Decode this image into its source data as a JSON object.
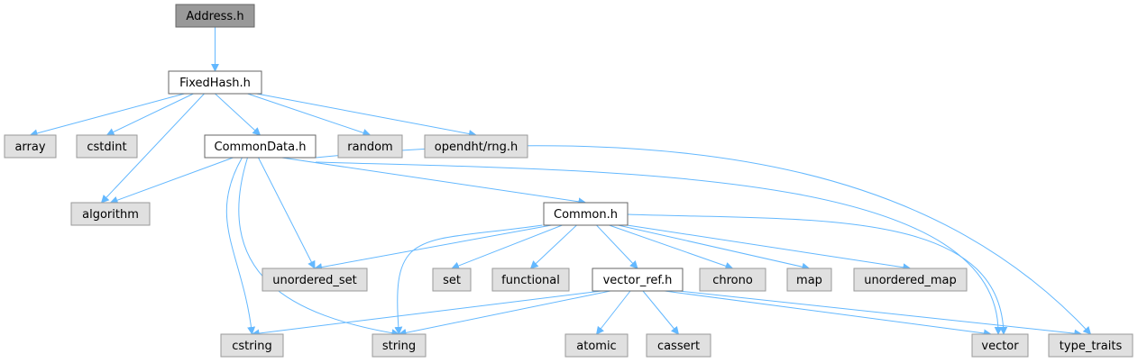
{
  "nodes": [
    {
      "id": "address",
      "label": "Address.h",
      "style": "root"
    },
    {
      "id": "fixedhash",
      "label": "FixedHash.h",
      "style": "file"
    },
    {
      "id": "array",
      "label": "array",
      "style": "system"
    },
    {
      "id": "cstdint",
      "label": "cstdint",
      "style": "system"
    },
    {
      "id": "commondata",
      "label": "CommonData.h",
      "style": "file"
    },
    {
      "id": "random",
      "label": "random",
      "style": "system"
    },
    {
      "id": "opendht",
      "label": "opendht/rng.h",
      "style": "system"
    },
    {
      "id": "algorithm",
      "label": "algorithm",
      "style": "system"
    },
    {
      "id": "common",
      "label": "Common.h",
      "style": "file"
    },
    {
      "id": "unordered_set",
      "label": "unordered_set",
      "style": "system"
    },
    {
      "id": "set",
      "label": "set",
      "style": "system"
    },
    {
      "id": "functional",
      "label": "functional",
      "style": "system"
    },
    {
      "id": "vector_ref",
      "label": "vector_ref.h",
      "style": "file"
    },
    {
      "id": "chrono",
      "label": "chrono",
      "style": "system"
    },
    {
      "id": "map",
      "label": "map",
      "style": "system"
    },
    {
      "id": "unordered_map",
      "label": "unordered_map",
      "style": "system"
    },
    {
      "id": "cstring",
      "label": "cstring",
      "style": "system"
    },
    {
      "id": "string",
      "label": "string",
      "style": "system"
    },
    {
      "id": "atomic",
      "label": "atomic",
      "style": "system"
    },
    {
      "id": "cassert",
      "label": "cassert",
      "style": "system"
    },
    {
      "id": "vector",
      "label": "vector",
      "style": "system"
    },
    {
      "id": "type_traits",
      "label": "type_traits",
      "style": "system"
    }
  ],
  "edges": [
    [
      "address",
      "fixedhash"
    ],
    [
      "fixedhash",
      "array"
    ],
    [
      "fixedhash",
      "cstdint"
    ],
    [
      "fixedhash",
      "algorithm"
    ],
    [
      "fixedhash",
      "commondata"
    ],
    [
      "fixedhash",
      "random"
    ],
    [
      "fixedhash",
      "opendht"
    ],
    [
      "commondata",
      "algorithm"
    ],
    [
      "commondata",
      "cstring"
    ],
    [
      "commondata",
      "string"
    ],
    [
      "commondata",
      "unordered_set"
    ],
    [
      "commondata",
      "common"
    ],
    [
      "commondata",
      "vector"
    ],
    [
      "commondata",
      "type_traits"
    ],
    [
      "common",
      "string"
    ],
    [
      "common",
      "unordered_set"
    ],
    [
      "common",
      "set"
    ],
    [
      "common",
      "functional"
    ],
    [
      "common",
      "vector_ref"
    ],
    [
      "common",
      "chrono"
    ],
    [
      "common",
      "map"
    ],
    [
      "common",
      "unordered_map"
    ],
    [
      "common",
      "vector"
    ],
    [
      "vector_ref",
      "cstring"
    ],
    [
      "vector_ref",
      "string"
    ],
    [
      "vector_ref",
      "atomic"
    ],
    [
      "vector_ref",
      "cassert"
    ],
    [
      "vector_ref",
      "vector"
    ],
    [
      "vector_ref",
      "type_traits"
    ]
  ],
  "colors": {
    "edge": "#63b8ff",
    "root_fill": "#999999",
    "root_stroke": "#666666",
    "file_fill": "#ffffff",
    "file_stroke": "#666666",
    "system_fill": "#e0e0e0",
    "system_stroke": "#999999"
  }
}
